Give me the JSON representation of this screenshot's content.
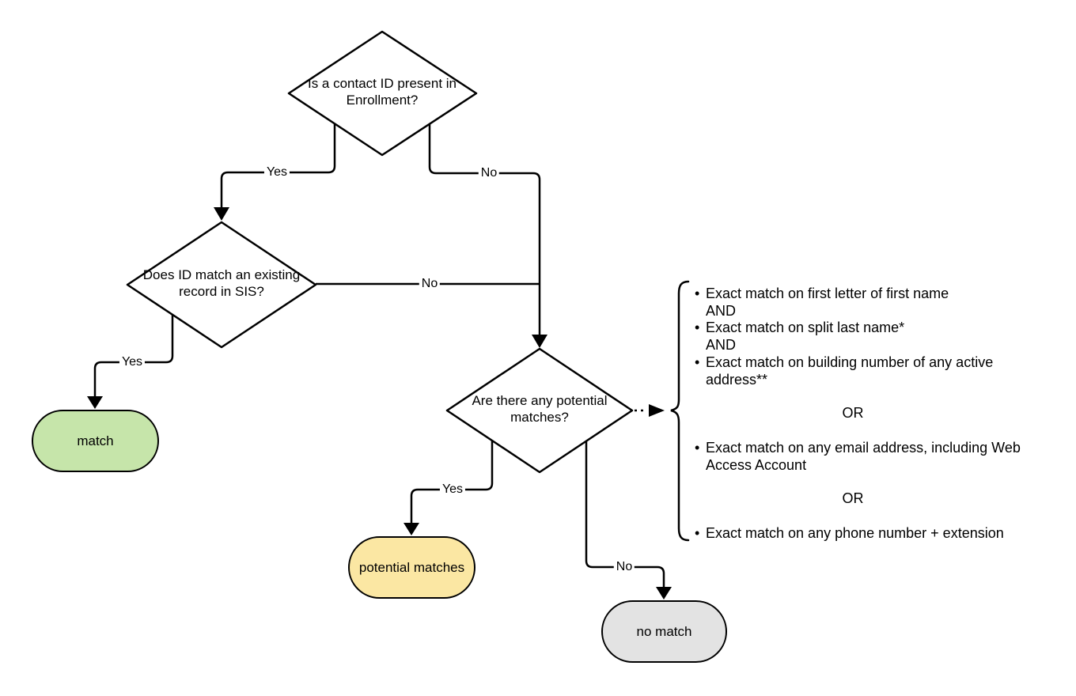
{
  "canvas": {
    "background": "#ffffff",
    "line_color": "#000000",
    "diamond_fill": "#ffffff"
  },
  "decisions": {
    "enrollment": {
      "text": "Is a contact ID present in Enrollment?"
    },
    "sis": {
      "text": "Does ID match an existing record in SIS?"
    },
    "potential": {
      "text": "Are there any potential matches?"
    }
  },
  "terminals": {
    "match": {
      "text": "match",
      "fill": "#c6e5aa"
    },
    "potential_matches": {
      "text": "potential matches",
      "fill": "#fbe7a3"
    },
    "no_match": {
      "text": "no match",
      "fill": "#e3e3e3"
    }
  },
  "edge_labels": {
    "enrollment_yes": "Yes",
    "enrollment_no": "No",
    "sis_yes": "Yes",
    "sis_no": "No",
    "potential_yes": "Yes",
    "potential_no": "No"
  },
  "criteria": {
    "bullet_glyph": "•",
    "or_label": "OR",
    "bullets": [
      {
        "lines": [
          "Exact match on first letter of first name"
        ],
        "conjunction": "AND"
      },
      {
        "lines": [
          "Exact match on split last name*"
        ],
        "conjunction": "AND"
      },
      {
        "lines": [
          "Exact match on building number of any active",
          "address**"
        ]
      },
      {
        "lines": [
          "Exact match on any email address, including Web",
          "Access Account"
        ]
      },
      {
        "lines": [
          "Exact match on any phone number + extension"
        ]
      }
    ]
  }
}
